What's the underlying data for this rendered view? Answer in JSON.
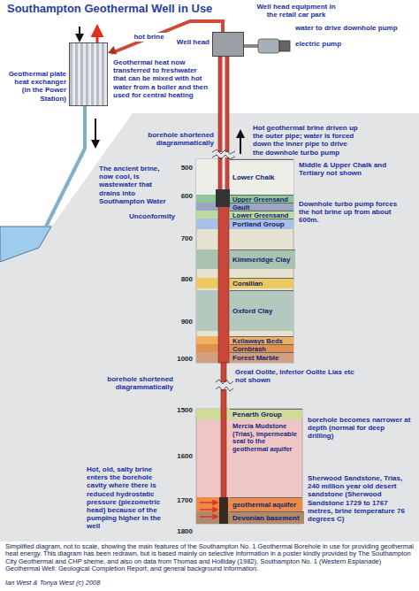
{
  "diagram": {
    "title": "Southampton Geothermal Well in Use",
    "caption": "Simplified diagram, not to scale, showing the main features of the Southampton No. 1 Geothermal Borehole in use for providing geothermal heat energy. This diagram has been redrawn, but is based mainly on selective information in a poster kindly provided by The Southampton City Geothermal and CHP sheme, and also on data from Thomas and Holliday (1982), Southampton No. 1 (Western Esplanade) Geothermal Well: Geological Completion Report, and general background information.",
    "nodes": [
      {
        "text": [
          "Geothermal plate heat exchanger (in the Power Station)"
        ]
      },
      {
        "text": [
          "Well head"
        ]
      },
      {
        "text": [
          "Lower Chalk"
        ]
      },
      {
        "text": [
          "Upper Greensand"
        ]
      },
      {
        "text": [
          "Gault"
        ]
      },
      {
        "text": [
          "Lower Greensand"
        ]
      },
      {
        "text": [
          "Portland Group"
        ]
      },
      {
        "text": [
          "Kimmeridge Clay"
        ]
      },
      {
        "text": [
          "Corallian"
        ]
      },
      {
        "text": [
          "Oxford Clay"
        ]
      },
      {
        "text": [
          "Kellaways Beds"
        ]
      },
      {
        "text": [
          "Cornbrash"
        ]
      },
      {
        "text": [
          "Forest Marble"
        ]
      },
      {
        "text": [
          "Penarth Group"
        ]
      },
      {
        "text": [
          "geothermal aquifer"
        ]
      },
      {
        "text": [
          "Devonian basement"
        ]
      }
    ],
    "edges": [
      {
        "from": 1,
        "to": 0,
        "label": "hot brine",
        "arrow": "to"
      }
    ],
    "labels": [
      "Well head equipment in the retail car park",
      "water to drive downhole pump",
      "electric pump",
      "Geothermal heat now transferred to freshwater that can be mixed with hot water from a boiler and then used for central heating",
      "Hot geothermal brine driven up the outer pipe; water is forced down the inner pipe to drive the downhole turbo pump",
      "borehole shortened diagrammatically",
      "Middle & Upper Chalk and Tertiary not shown",
      "The ancient brine, now cool, is wastewater that drains into Southampton Water",
      "Downhole turbo pump forces the hot brine up from about 600m.",
      "Unconformity",
      "500",
      "600",
      "700",
      "800",
      "900",
      "1000",
      "Great Oolite, Inferior Oolite Lias etc not shown",
      "borehole shortened diagrammatically",
      "1500",
      "Mercia Mudstone (Trias), impermeable seal to the geothermal aquifer",
      "borehole becomes narrower at depth (normal for deep drilling)",
      "1600",
      "Hot, old, salty brine enters the borehole cavity where there is reduced hydrostatic pressure (piezometric head) because of the pumping higher in the well",
      "Sherwood Sandstone, Trias, 240 million year old desert sandstone (Sherwood Sandstone 1729 to 1767 metres, brine temperature 76 degrees C)",
      "1700",
      "1800",
      "Ian West & Tonya West (c) 2008"
    ]
  }
}
